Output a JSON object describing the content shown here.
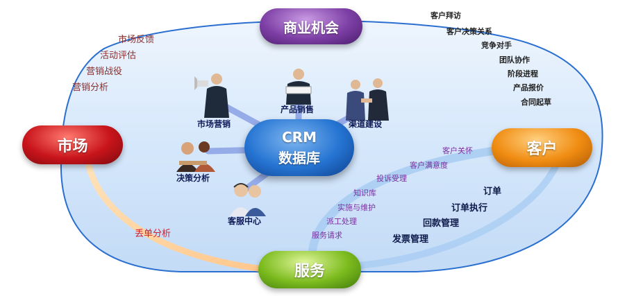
{
  "hubs": {
    "opportunity": "商业机会",
    "market": "市场",
    "customer": "客户",
    "service": "服务",
    "crm_line1": "CRM",
    "crm_line2": "数据库"
  },
  "nodes": {
    "market_marketing": "市场营销",
    "product_sales": "产品销售",
    "channel_building": "渠道建设",
    "decision_analysis": "决策分析",
    "service_center": "客服中心"
  },
  "market_items": [
    "市场反馈",
    "活动评估",
    "营销战役",
    "营销分析"
  ],
  "opportunity_items": [
    "客户拜访",
    "客户决策关系",
    "竞争对手",
    "团队协作",
    "阶段进程",
    "产品报价",
    "合同起草"
  ],
  "service_items": [
    "客户关怀",
    "客户满意度",
    "投诉受理",
    "知识库",
    "实施与维护",
    "派工处理",
    "服务请求"
  ],
  "order_items": [
    "订单",
    "订单执行",
    "回款管理",
    "发票管理"
  ],
  "lost_order_label": "丢单分析",
  "colors": {
    "background_panel": "#cfe3fa",
    "opportunity": "#7d3fa5",
    "market": "#c8141b",
    "customer": "#f08c12",
    "service": "#7cbb1e",
    "crm": "#1f6fd0",
    "market_text": "#8a2f2f",
    "service_text": "#7a2fa0",
    "lost_order_text": "#d02030"
  },
  "icons": [
    "businessman-megaphone-icon",
    "businessman-presenting-icon",
    "handshake-icon",
    "meeting-icon",
    "call-center-icon"
  ]
}
